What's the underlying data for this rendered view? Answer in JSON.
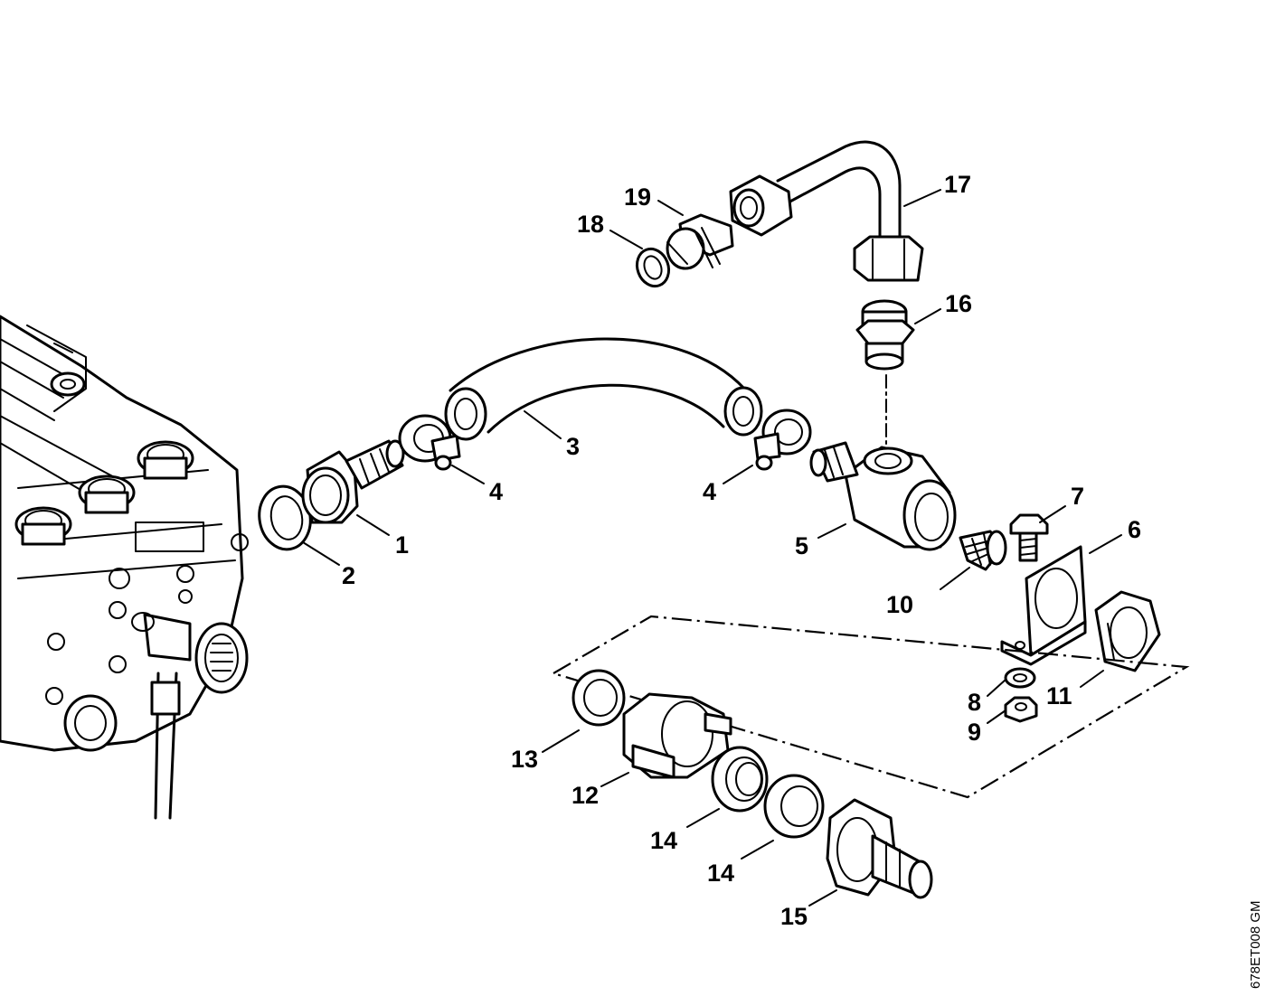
{
  "diagram": {
    "reference_code": "678ET008 GM",
    "callouts": [
      {
        "id": "c1",
        "label": "1"
      },
      {
        "id": "c2",
        "label": "2"
      },
      {
        "id": "c3",
        "label": "3"
      },
      {
        "id": "c4a",
        "label": "4"
      },
      {
        "id": "c4b",
        "label": "4"
      },
      {
        "id": "c5",
        "label": "5"
      },
      {
        "id": "c6",
        "label": "6"
      },
      {
        "id": "c7",
        "label": "7"
      },
      {
        "id": "c8",
        "label": "8"
      },
      {
        "id": "c9",
        "label": "9"
      },
      {
        "id": "c10",
        "label": "10"
      },
      {
        "id": "c11",
        "label": "11"
      },
      {
        "id": "c12",
        "label": "12"
      },
      {
        "id": "c13",
        "label": "13"
      },
      {
        "id": "c14a",
        "label": "14"
      },
      {
        "id": "c14b",
        "label": "14"
      },
      {
        "id": "c15",
        "label": "15"
      },
      {
        "id": "c16",
        "label": "16"
      },
      {
        "id": "c17",
        "label": "17"
      },
      {
        "id": "c18",
        "label": "18"
      },
      {
        "id": "c19",
        "label": "19"
      }
    ]
  }
}
